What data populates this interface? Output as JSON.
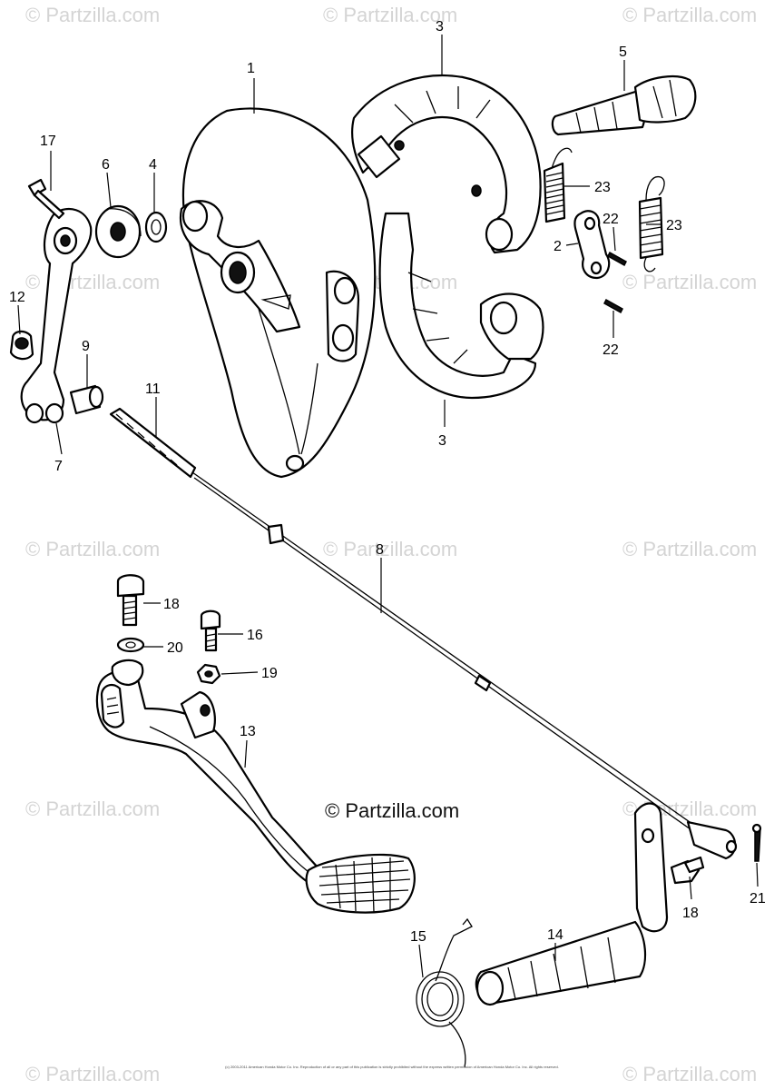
{
  "watermark": {
    "text": "© Partzilla.com",
    "center_text": "© Partzilla.com"
  },
  "copyright_notice": "(c) 2003-2011 American Honda Motor Co. Inc. Reproduction of all or any part of this publication is strictly prohibited without the express written permission of American Honda Motor Co. Inc. All rights reserved.",
  "callouts": [
    "1",
    "2",
    "3",
    "3",
    "4",
    "5",
    "6",
    "7",
    "8",
    "9",
    "11",
    "12",
    "13",
    "14",
    "15",
    "16",
    "17",
    "18",
    "18",
    "19",
    "20",
    "21",
    "22",
    "22",
    "23",
    "23"
  ],
  "colors": {
    "line": "#000000",
    "watermark": "#d4d4d4",
    "background": "#ffffff"
  }
}
